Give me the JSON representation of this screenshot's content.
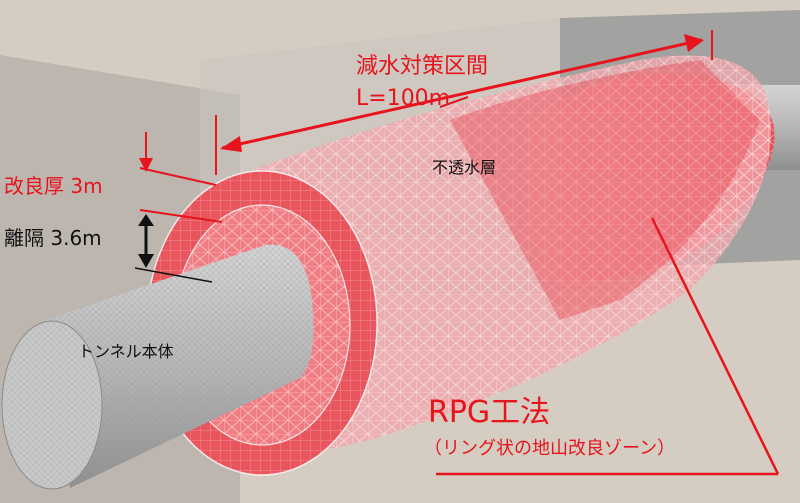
{
  "labels": {
    "zone_title": "減水対策区間",
    "zone_length": "L=100m",
    "thickness": "改良厚 3m",
    "separation": "離隔 3.6m",
    "impermeable_layer": "不透水層",
    "tunnel_body": "トンネル本体",
    "method": "RPG工法",
    "method_sub": "（リング状の地山改良ゾーン）"
  },
  "colors": {
    "annotation_red": "#e8141c",
    "ring_pink": "#ef9aa0",
    "background": "#d5cdc1",
    "layer_gray": "#a9a9a9",
    "tunnel_gray": "#b4b4b4"
  },
  "icons": {
    "separation_marker": "double-arrow-vertical-icon",
    "thickness_marker": "arrow-down-icon"
  }
}
